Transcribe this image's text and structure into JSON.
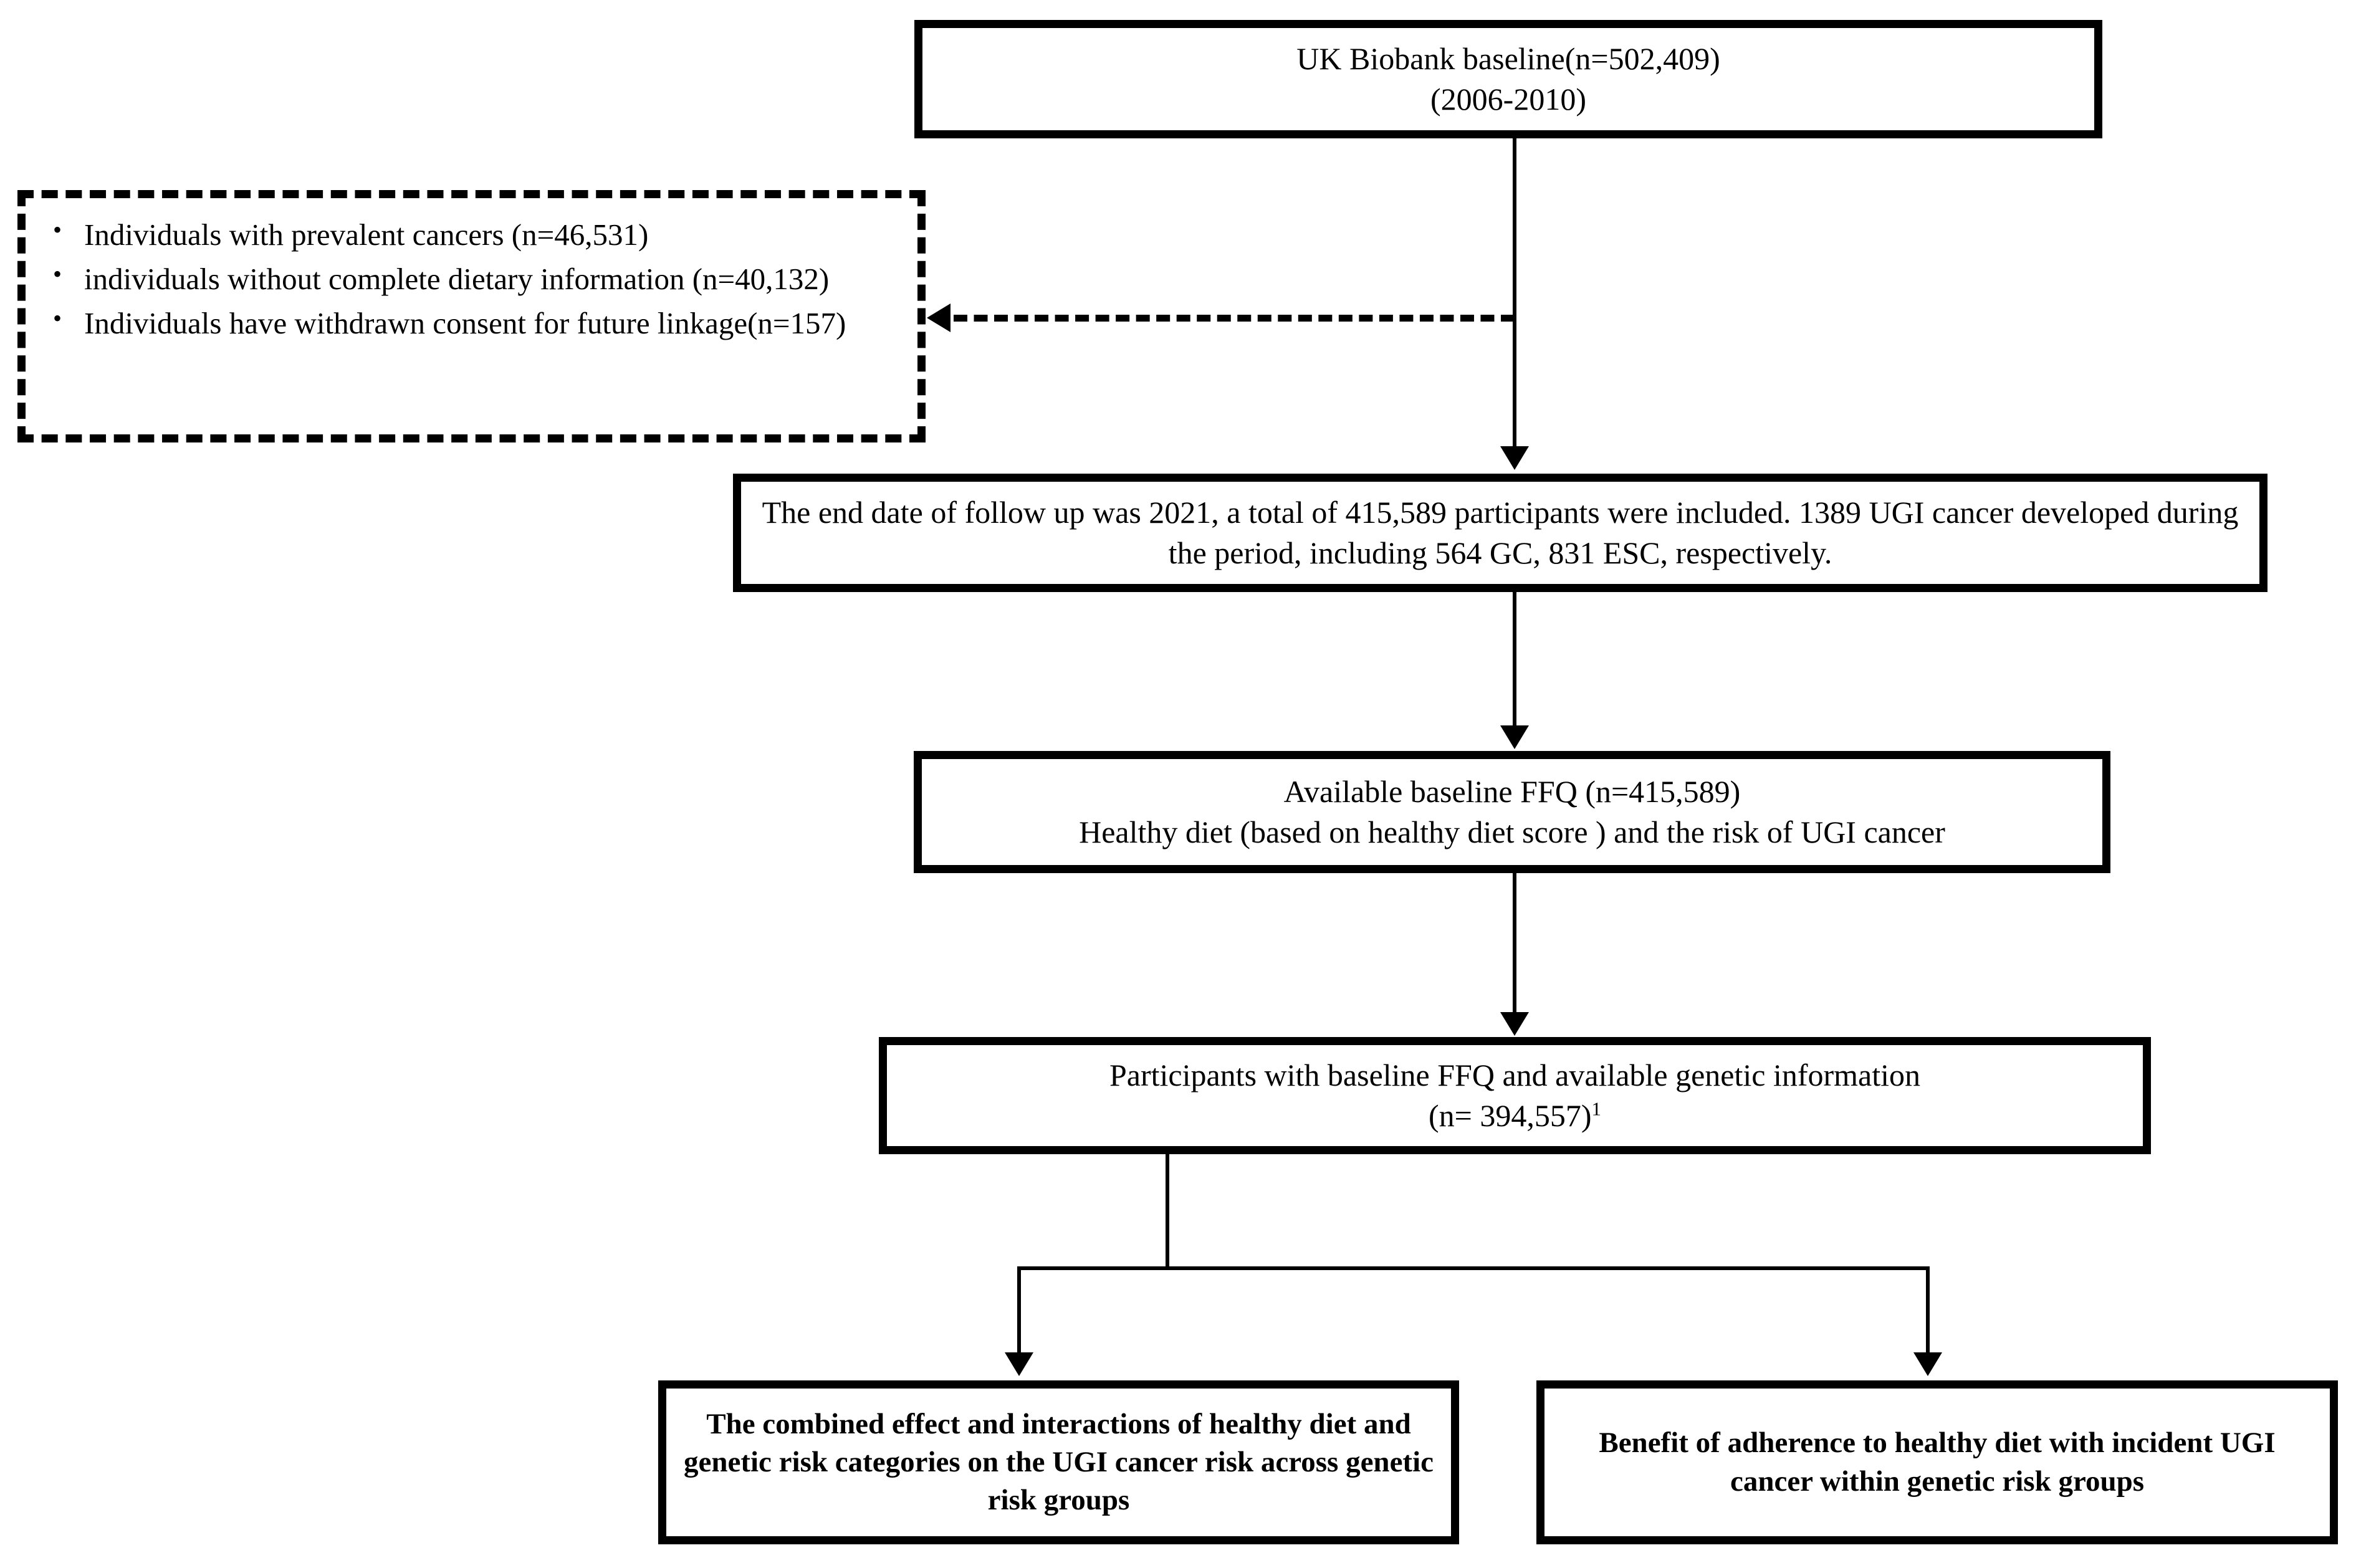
{
  "diagram": {
    "title": "UK Biobank study participant selection flowchart",
    "type": "flowchart",
    "background_color": "#ffffff",
    "line_color": "#000000"
  },
  "nodes": {
    "baseline": {
      "line1": "UK Biobank baseline(n=502,409)",
      "line2": "(2006-2010)"
    },
    "exclusions": {
      "items": [
        "Individuals with prevalent cancers (n=46,531)",
        "individuals without complete dietary information (n=40,132)",
        "Individuals have withdrawn consent for future linkage(n=157)"
      ]
    },
    "followup": {
      "text": "The end date of follow up was 2021, a total of 415,589 participants were included. 1389 UGI cancer developed during the period, including 564 GC, 831 ESC, respectively."
    },
    "ffq": {
      "line1": "Available baseline FFQ (n=415,589)",
      "line2": "Healthy diet (based on healthy diet score ) and the risk of UGI cancer"
    },
    "genetic": {
      "line1": "Participants with baseline FFQ and available genetic information",
      "line2_prefix": "(n= 394,557)",
      "line2_superscript": "1"
    },
    "outcome_left": {
      "text": "The combined effect and interactions of healthy diet and genetic risk categories on the UGI cancer risk across genetic risk groups"
    },
    "outcome_right": {
      "text": "Benefit of adherence to healthy diet with incident UGI cancer within genetic risk groups"
    }
  },
  "connectors": {
    "baseline_to_followup": "solid-arrow-down",
    "followup_to_exclusions": "dashed-arrow-left",
    "followup_to_ffq": "solid-arrow-down",
    "ffq_to_genetic": "solid-arrow-down",
    "genetic_to_outcomes": "solid-split-arrow-down"
  }
}
